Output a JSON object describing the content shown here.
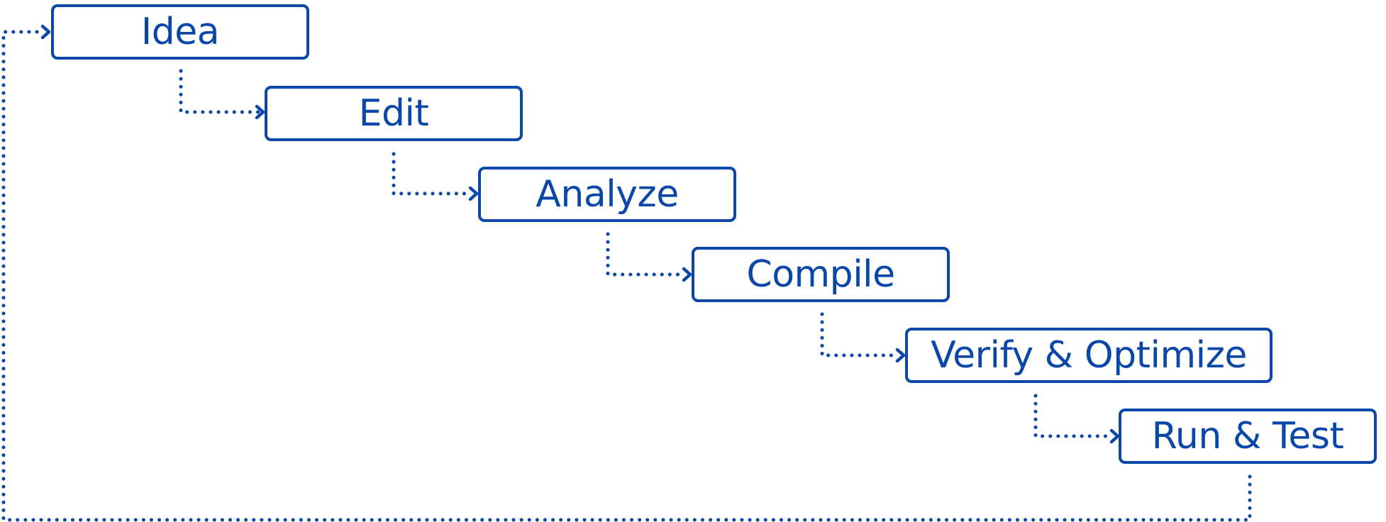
{
  "steps": [
    {
      "label": "Idea"
    },
    {
      "label": "Edit"
    },
    {
      "label": "Analyze"
    },
    {
      "label": "Compile"
    },
    {
      "label": "Verify & Optimize"
    },
    {
      "label": "Run & Test"
    }
  ],
  "colors": {
    "accent": "#0a47a9",
    "background": "#ffffff"
  }
}
